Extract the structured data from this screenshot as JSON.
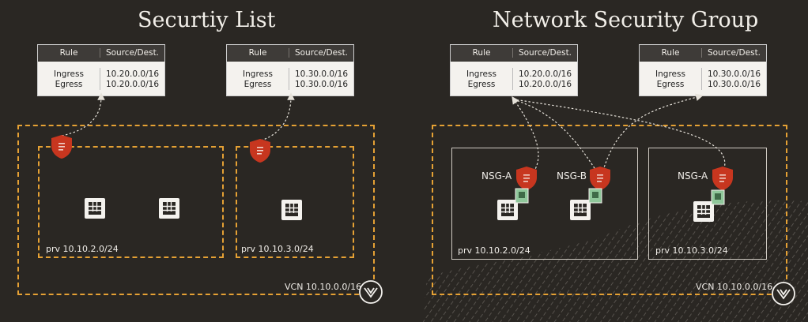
{
  "left": {
    "title": "Securtiy List",
    "tables": [
      {
        "h_rule": "Rule",
        "h_src": "Source/Dest.",
        "rules": [
          "Ingress",
          "Egress"
        ],
        "sources": [
          "10.20.0.0/16",
          "10.20.0.0/16"
        ]
      },
      {
        "h_rule": "Rule",
        "h_src": "Source/Dest.",
        "rules": [
          "Ingress",
          "Egress"
        ],
        "sources": [
          "10.30.0.0/16",
          "10.30.0.0/16"
        ]
      }
    ],
    "subnet1": "prv 10.10.2.0/24",
    "subnet2": "prv 10.10.3.0/24",
    "vcn": "VCN 10.10.0.0/16"
  },
  "right": {
    "title": "Network Security Group",
    "tables": [
      {
        "h_rule": "Rule",
        "h_src": "Source/Dest.",
        "rules": [
          "Ingress",
          "Egress"
        ],
        "sources": [
          "10.20.0.0/16",
          "10.20.0.0/16"
        ]
      },
      {
        "h_rule": "Rule",
        "h_src": "Source/Dest.",
        "rules": [
          "Ingress",
          "Egress"
        ],
        "sources": [
          "10.30.0.0/16",
          "10.30.0.0/16"
        ]
      }
    ],
    "nsg_a": "NSG-A",
    "nsg_b": "NSG-B",
    "nsg_a2": "NSG-A",
    "subnet1": "prv 10.10.2.0/24",
    "subnet2": "prv 10.10.3.0/24",
    "vcn": "VCN 10.10.0.0/16"
  },
  "colors": {
    "accent": "#e5a134",
    "shield": "#c7361f",
    "vnic": "#8fc79a",
    "background": "#2a2723"
  }
}
